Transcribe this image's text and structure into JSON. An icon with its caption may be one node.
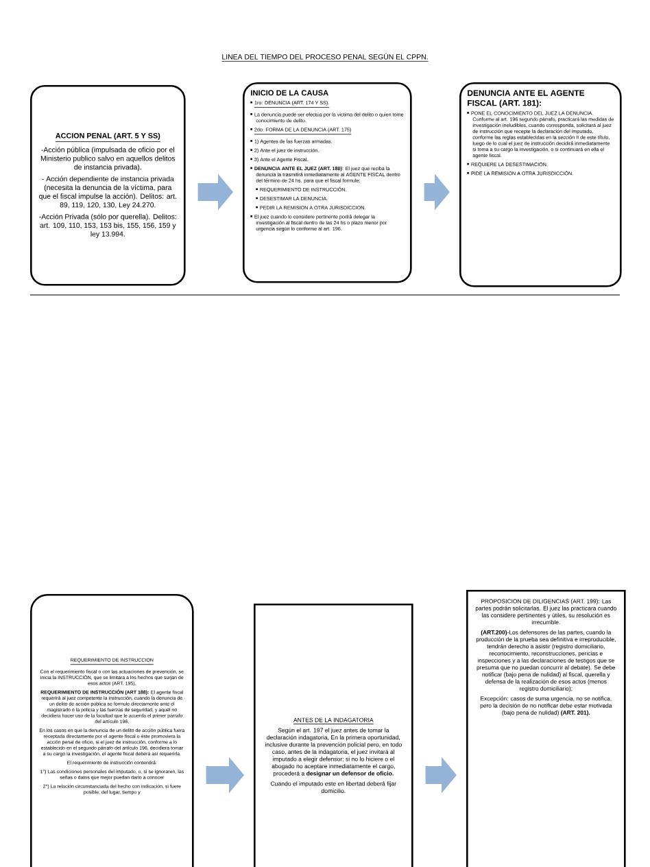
{
  "diagram": {
    "title": "LINEA DEL TIEMPO DEL PROCESO PENAL SEGÚN EL CPPN.",
    "nodes": [
      {
        "text": [
          "ACCION PENAL (ART. 5 Y SS)",
          "-Acción pública (impulsada de oficio por el Ministerio publico salvo en aquellos delitos de instancia privada).",
          "- Acción dependiente de instancia privada (necesita la denuncia de la víctima, para que el fiscal impulse la acción). Delitos: art. 89, 119, 120, 130, Ley 24.270.",
          "-Acción Privada (sólo por querella). Delitos: art. 109, 110, 153, 153 bis, 155, 156, 159 y ley 13.994."
        ]
      },
      {
        "text": [
          "INICIO DE LA CAUSA",
          "1ro: DENUNCIA (ART. 174 Y SS).",
          "La denuncia puede ser efectúa por la victima del delito o quien tome conocimiento de delito.",
          "2do: FORMA DE LA DENUNCIA (ART. 175)",
          "1) Agentes de las fuerzas armadas.",
          "2) Ante el juez de instrucción.",
          "3) Ante el Agente Fiscal.",
          "**DENUNCIA ANTE EL JUEZ (ART. 180)**: El juez que reciba la denuncia la trasmitirá inmediatamente al AGENTE FISCAL dentro del término de 24 hs. para que el fiscal formule:",
          "REQUERIMIENTO DE INSTRUCCIÓN.",
          "DESESTIMAR LA DENUNCIA.",
          "PEDIR LA REMISION A OTRA JURISDICCION.",
          "El juez cuando lo considere pertinente podrá delegar la investigación al fiscal dentro de las 24 hs o plazo menor por urgencia según lo conforme al art. 196."
        ]
      },
      {
        "text": [
          "DENUNCIA ANTE EL AGENTE FISCAL (ART. 181):",
          "PONE EL CONOCIMIENTO DEL JUEZ LA DENUNCIA. Conforme al art. 196 segundo párrafo, practicará las medidas de investigación ineludibles, cuando corresponda, solicitará al juez de instrucción que recepte la declaración del imputado, conforme las reglas establecidas en la sección II de este título, luego de lo cual el juez de instrucción decidirá inmediatamente si toma a su cargo la investigación, o si continuará en ella el agente fiscal.",
          "REQUIERE LA DESESTIMACION.",
          "PIDE LA REMISION A OTRA JURISDICCIÓN."
        ]
      },
      {
        "text": [
          "REQUERIMIENTO DE INSTRUCCION",
          "Con el requerimiento fiscal o con las actuaciones de prevención, se inicia la INSTRUCCIÓN, que se limitara a los hechos que surjan de esos actos (ART. 195).",
          "**REQUERIMIENTO DE INSTRUCCIÓN (ART 188):** El agente fiscal requerirá al juez competente la instrucción, cuando la denuncia de un delito de acción pública se formule directamente ante el magistrado o la policía y las fuerzas de seguridad, y aquél no decidiera hacer uso de la facultad que le acuerda el primer párrafo del artículo 196.",
          "En los casos en que la denuncia de un delito de acción pública fuera receptada directamente por el agente fiscal o éste promoviera la acción penal de oficio, si el juez de instrucción, conforme a lo establecido en el segundo párrafo del artículo 196, decidiera tomar a su cargo la investigación, el agente fiscal deberá así requerirla.",
          "El requerimiento de instrucción contendrá:",
          "1°) Las condiciones personales del imputado, o, si se ignoraren, las señas o datos que mejor puedan darlo a conocer",
          "2°) La relación circunstanciada del hecho con indicación, si fuere posible, del lugar, tiempo y"
        ]
      },
      {
        "text": [
          "ANTES DE LA INDAGATORIA",
          "Según el art. 197 el juez antes de tomar la declaración indagatoria, En la primera oportunidad, inclusive durante la prevención policial pero, en todo caso, antes de la indagatoria, el juez invitará al imputado a elegir defensor; si no lo hiciere o el abogado no aceptare inmediatamente el cargo, procederá a **designar un defensor de oficio.**",
          "Cuando el imputado este en libertad deberá fijar domicilio."
        ]
      },
      {
        "text": [
          "PROPOSICION DE DILIGENCIAS (ART. 199): Las partes podrán solicitarlas. El juez las practicara cuando las considere pertinentes y útiles, su resolución es irrecurrible.",
          "**(ART.200)**-Los defensores de las partes, cuando la producción de la prueba sea definitiva e irreproducible, tendrán derecho a asistir (registro domiciliario, reconocimiento, reconstrucciones, pericias e inspecciones y a las declaraciones de testigos que se presuma que no puedan concurrir al debate). Se debe notificar (bajo pena de nulidad) al fiscal, querella y defensa de la realización de esos actos (menos registro domiciliario);",
          "Excepción: casos de suma urgencia, no se notifica, pero la decisión de no notificar debe estar motivada (bajo pena de nulidad) **(ART. 201).**"
        ]
      }
    ],
    "edges": [
      {
        "from": 0,
        "to": 1,
        "arrow": "to"
      },
      {
        "from": 1,
        "to": 2,
        "arrow": "to"
      },
      {
        "from": 3,
        "to": 4,
        "arrow": "to"
      },
      {
        "from": 4,
        "to": 5,
        "arrow": "to"
      }
    ]
  }
}
